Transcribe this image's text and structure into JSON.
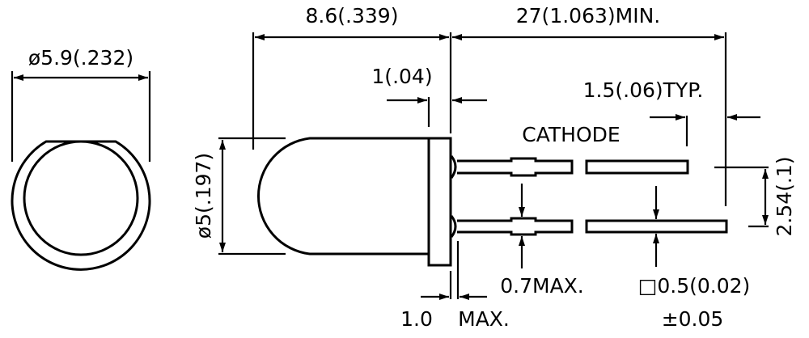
{
  "labels": {
    "top_diameter": "ø5.9(.232)",
    "body_length": "8.6(.339)",
    "lead_length": "27(1.063)MIN.",
    "flange_width": "1(.04)",
    "body_diameter": "ø5(.197)",
    "lead_end": "1.5(.06)TYP.",
    "cathode": "CATHODE",
    "lead_spacing": "2.54(.1)",
    "kink_width": "0.7MAX.",
    "lead_section": "□0.5(0.02)",
    "lead_tolerance": "±0.05",
    "stub_length": "1.0",
    "stub_max": "MAX."
  },
  "colors": {
    "line": "#000000",
    "background": "#ffffff"
  }
}
